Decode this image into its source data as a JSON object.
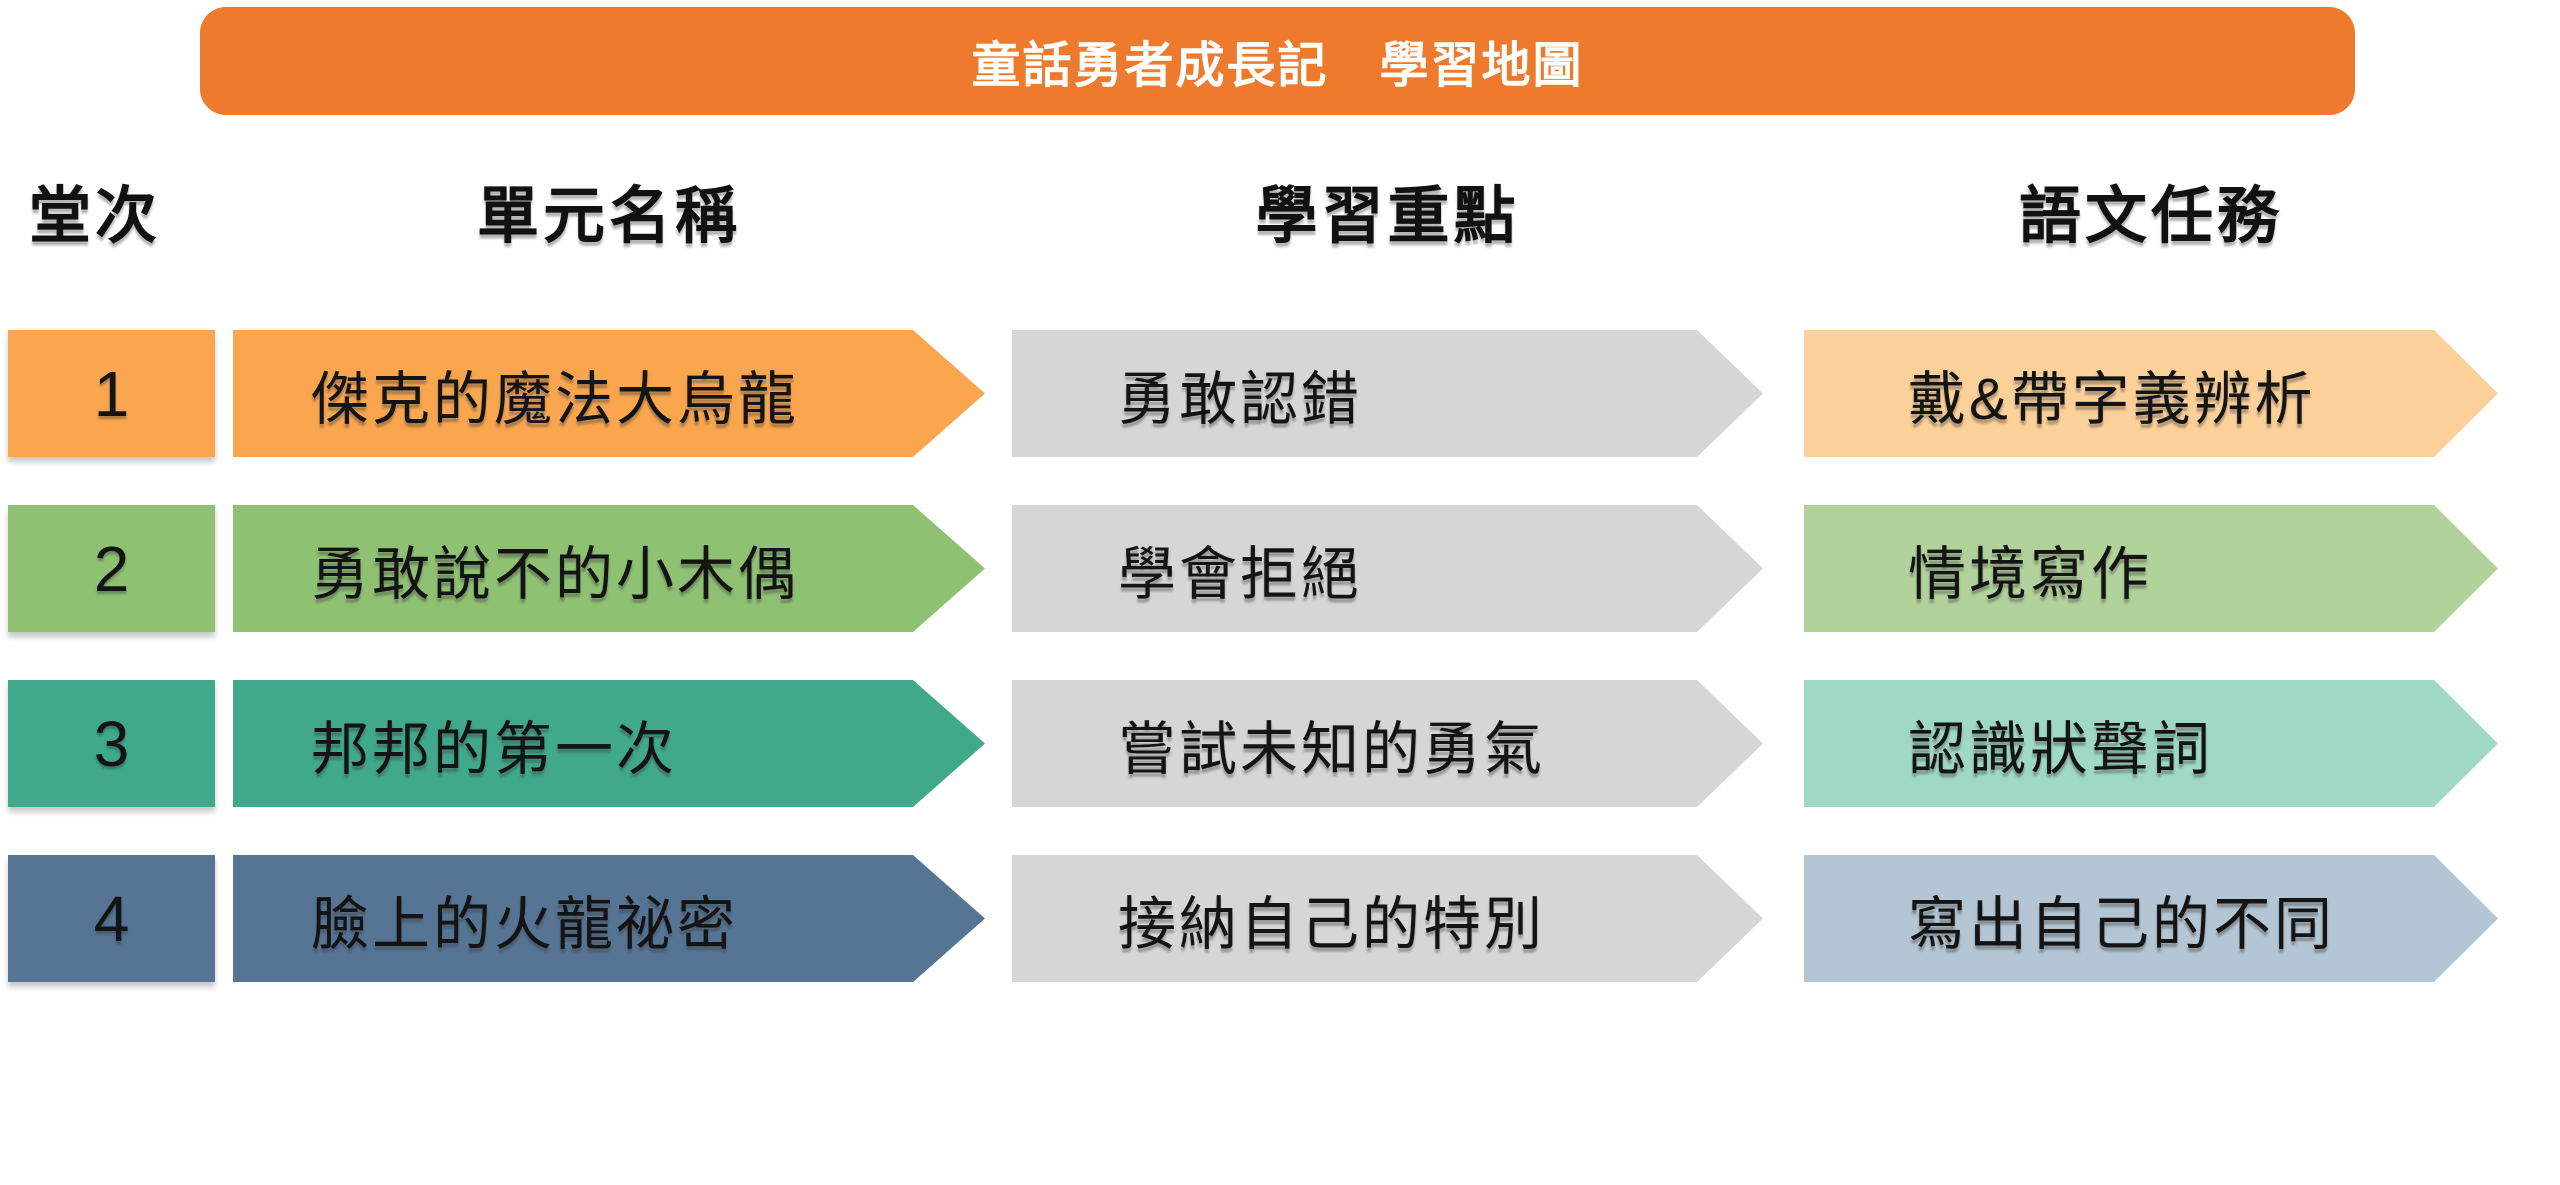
{
  "title": {
    "text": "童話勇者成長記　學習地圖"
  },
  "columns": [
    {
      "label": "堂次"
    },
    {
      "label": "單元名稱"
    },
    {
      "label": "學習重點"
    },
    {
      "label": "語文任務"
    }
  ],
  "rows": [
    {
      "num": "1",
      "unit": "傑克的魔法大烏龍",
      "focus": "勇敢認錯",
      "task": "戴&帶字義辨析",
      "color_main": "#F9A64F",
      "color_light": "#FCD099"
    },
    {
      "num": "2",
      "unit": "勇敢說不的小木偶",
      "focus": "學會拒絕",
      "task": "情境寫作",
      "color_main": "#8FC173",
      "color_light": "#B1D29A"
    },
    {
      "num": "3",
      "unit": "邦邦的第一次",
      "focus": "嘗試未知的勇氣",
      "task": "認識狀聲詞",
      "color_main": "#41A98B",
      "color_light": "#9FD9C5"
    },
    {
      "num": "4",
      "unit": "臉上的火龍祕密",
      "focus": "接納自己的特別",
      "task": "寫出自己的不同",
      "color_main": "#567595",
      "color_light": "#B4C5D3"
    }
  ],
  "colors": {
    "banner": "#EE7B2D",
    "title_text": "#FFFFFF",
    "heading_text": "#111111",
    "row_text": "#141414",
    "gray_arrow": "#D6D6D6"
  }
}
